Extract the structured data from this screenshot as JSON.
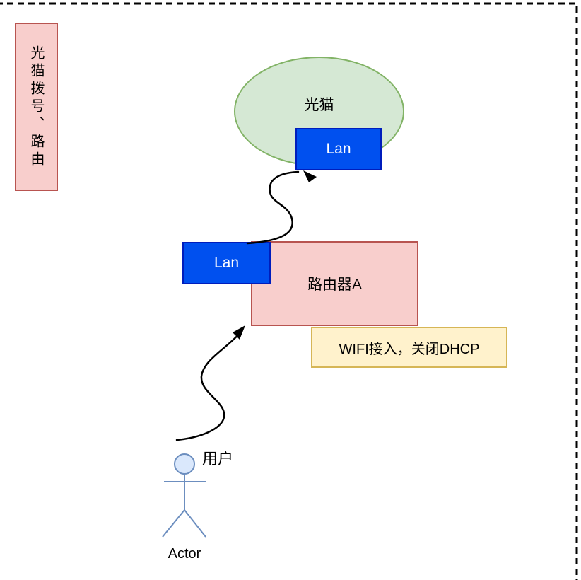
{
  "canvas": {
    "background": "#ffffff",
    "border_color": "#000000",
    "border_style": "dashed"
  },
  "corner_note": {
    "text": "光猫拨号、路由",
    "fill": "#f8cecc",
    "stroke": "#b85450"
  },
  "modem": {
    "label": "光猫",
    "fill": "#d5e8d4",
    "stroke": "#82b366"
  },
  "modem_lan_port": {
    "label": "Lan",
    "fill": "#0050ef",
    "stroke": "#001dbc",
    "text_color": "#ffffff"
  },
  "router": {
    "label": "路由器A",
    "fill": "#f8cecc",
    "stroke": "#b85450"
  },
  "router_lan_port": {
    "label": "Lan",
    "fill": "#0050ef",
    "stroke": "#001dbc",
    "text_color": "#ffffff"
  },
  "wifi_note": {
    "text": "WIFI接入，关闭DHCP",
    "fill": "#fff2cc",
    "stroke": "#d6b656"
  },
  "user_actor": {
    "role_label": "用户",
    "name_label": "Actor",
    "stroke": "#6c8ebf",
    "head_fill": "#dae8fc"
  },
  "connectors": {
    "color": "#000000"
  }
}
